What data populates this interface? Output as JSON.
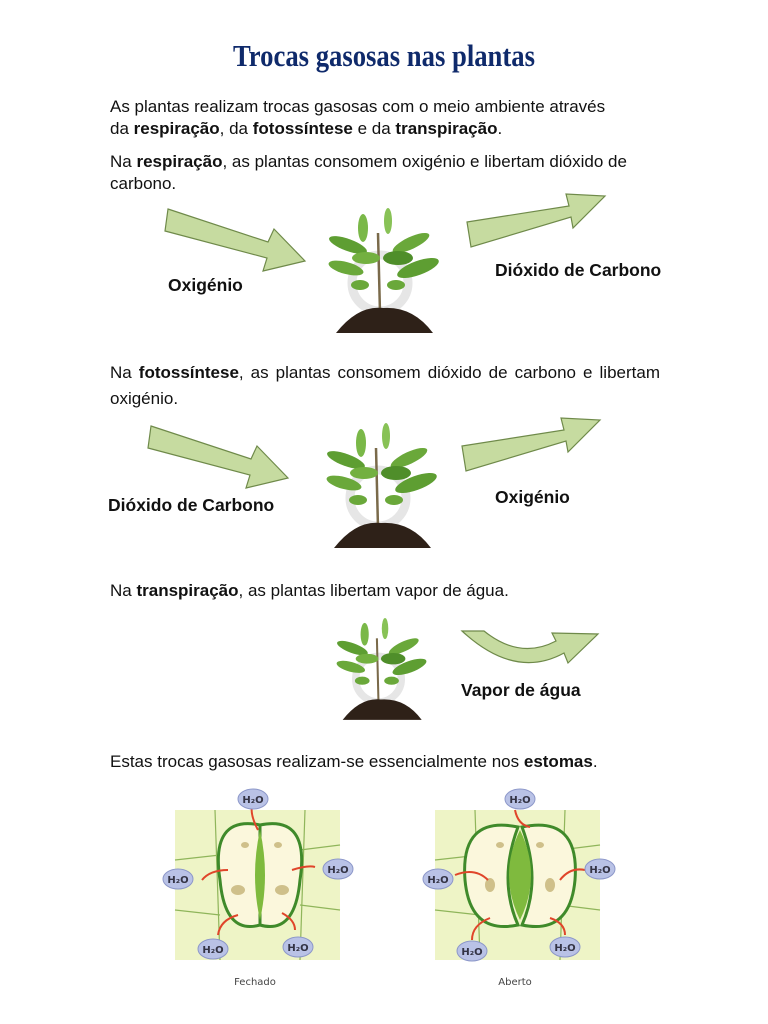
{
  "title": "Trocas gasosas nas plantas",
  "intro": {
    "line1": "As plantas realizam trocas gasosas com o meio ambiente através",
    "line2_prefix": "da ",
    "line2_b1": "respiração",
    "line2_mid1": ", da ",
    "line2_b2": "fotossíntese",
    "line2_mid2": " e da ",
    "line2_b3": "transpiração",
    "line2_end": "."
  },
  "respiration": {
    "text_prefix": "Na ",
    "text_bold": "respiração",
    "text_rest": ", as plantas consomem oxigénio e libertam dióxido de carbono.",
    "in_label": "Oxigénio",
    "out_label": "Dióxido de Carbono"
  },
  "photosynthesis": {
    "text_prefix": "Na ",
    "text_bold": "fotossíntese",
    "text_rest": ", as plantas consomem dióxido de carbono e libertam oxigénio.",
    "in_label": "Dióxido de Carbono",
    "out_label": "Oxigénio"
  },
  "transpiration": {
    "text_prefix": "Na ",
    "text_bold": "transpiração",
    "text_rest": ", as plantas libertam vapor de água.",
    "out_label": "Vapor de água"
  },
  "stomata": {
    "text_prefix": "Estas trocas gasosas realizam-se essencialmente nos ",
    "text_bold": "estomas",
    "text_end": ".",
    "molecule_label": "H2O",
    "closed_caption": "Fechado",
    "open_caption": "Aberto"
  },
  "colors": {
    "title": "#0f2a6b",
    "arrow_fill": "#c6dba0",
    "arrow_stroke": "#6f8a4a",
    "leaf": "#5e9e32",
    "soil": "#2e2118",
    "stoma_outline": "#3f8a2a",
    "molecule": "#b9c2e6",
    "water_arrow": "#e0452a"
  }
}
